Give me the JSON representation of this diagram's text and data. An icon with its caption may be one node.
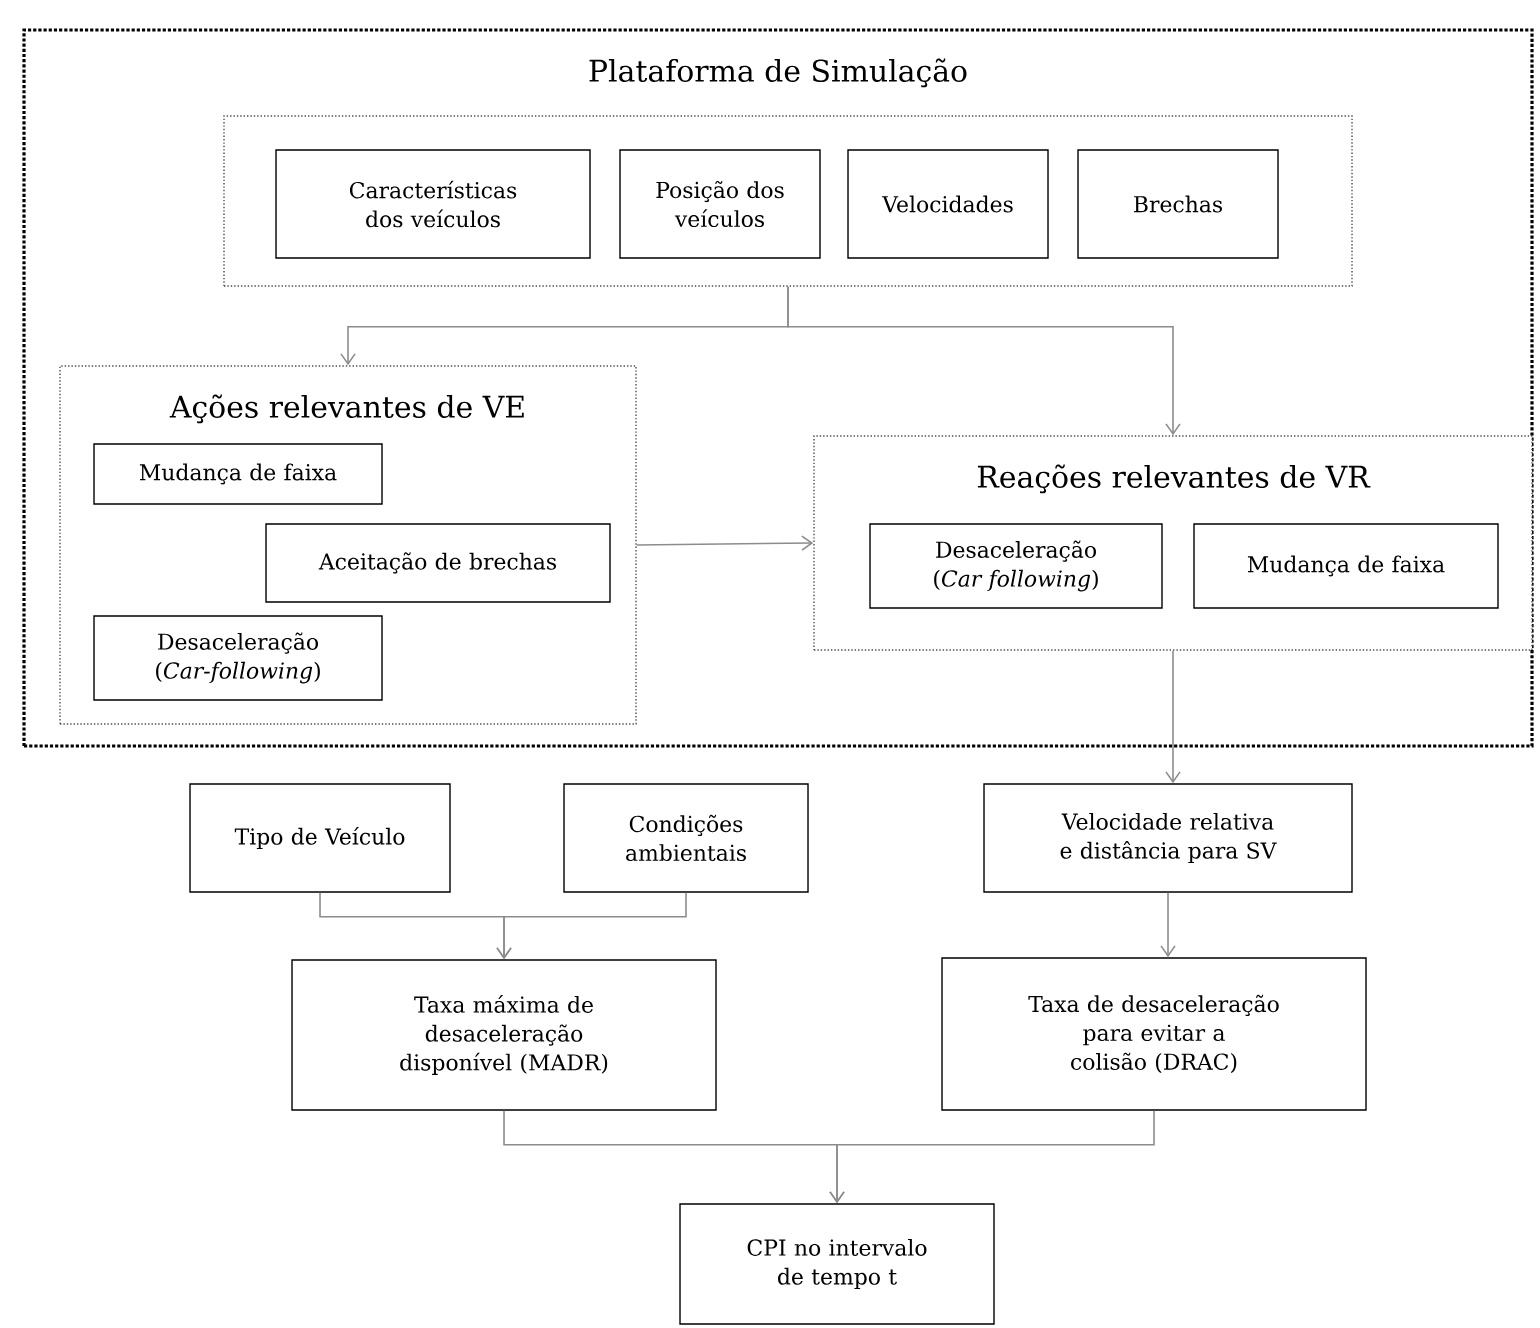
{
  "diagram": {
    "nodes": [
      {
        "text": [
          "Plataforma de Simulação"
        ]
      },
      {
        "text": [],
        "shape": "box",
        "in": 0
      },
      {
        "text": [
          "Características dos veículos"
        ],
        "in": 1
      },
      {
        "text": [
          "Posição dos veículos"
        ],
        "in": 1
      },
      {
        "text": [
          "Velocidades"
        ],
        "in": 1
      },
      {
        "text": [
          "Brechas"
        ],
        "in": 1
      },
      {
        "text": [
          "Ações relevantes de VE"
        ],
        "in": 0
      },
      {
        "text": [
          "Mudança de faixa"
        ],
        "in": 6
      },
      {
        "text": [
          "Aceitação de brechas"
        ],
        "in": 6
      },
      {
        "text": [
          "Desaceleração (*Car-following*)"
        ],
        "in": 6
      },
      {
        "text": [
          "Reações relevantes de VR"
        ],
        "in": 0
      },
      {
        "text": [
          "Desaceleração (*Car following*)"
        ],
        "in": 10
      },
      {
        "text": [
          "Mudança de faixa"
        ],
        "in": 10
      },
      {
        "text": [
          "Tipo de Veículo"
        ]
      },
      {
        "text": [
          "Condições ambientais"
        ]
      },
      {
        "text": [
          "Velocidade relativa e distância para SV"
        ]
      },
      {
        "text": [
          "Taxa máxima de desaceleração disponível (MADR)"
        ]
      },
      {
        "text": [
          "Taxa de desaceleração para evitar a colisão (DRAC)"
        ]
      },
      {
        "text": [
          "CPI no intervalo de tempo t"
        ]
      }
    ],
    "edges": [
      {
        "from": 1,
        "to": 6,
        "arrow": "to"
      },
      {
        "from": 1,
        "to": 10,
        "arrow": "to"
      },
      {
        "from": 6,
        "to": 10,
        "arrow": "to"
      },
      {
        "from": 10,
        "to": 15,
        "arrow": "to"
      },
      {
        "from": 13,
        "to": 16,
        "arrow": "to"
      },
      {
        "from": 14,
        "to": 16,
        "arrow": "to"
      },
      {
        "from": 15,
        "to": 17,
        "arrow": "to"
      },
      {
        "from": 16,
        "to": 18,
        "arrow": "to"
      },
      {
        "from": 17,
        "to": 18,
        "arrow": "to"
      }
    ]
  }
}
